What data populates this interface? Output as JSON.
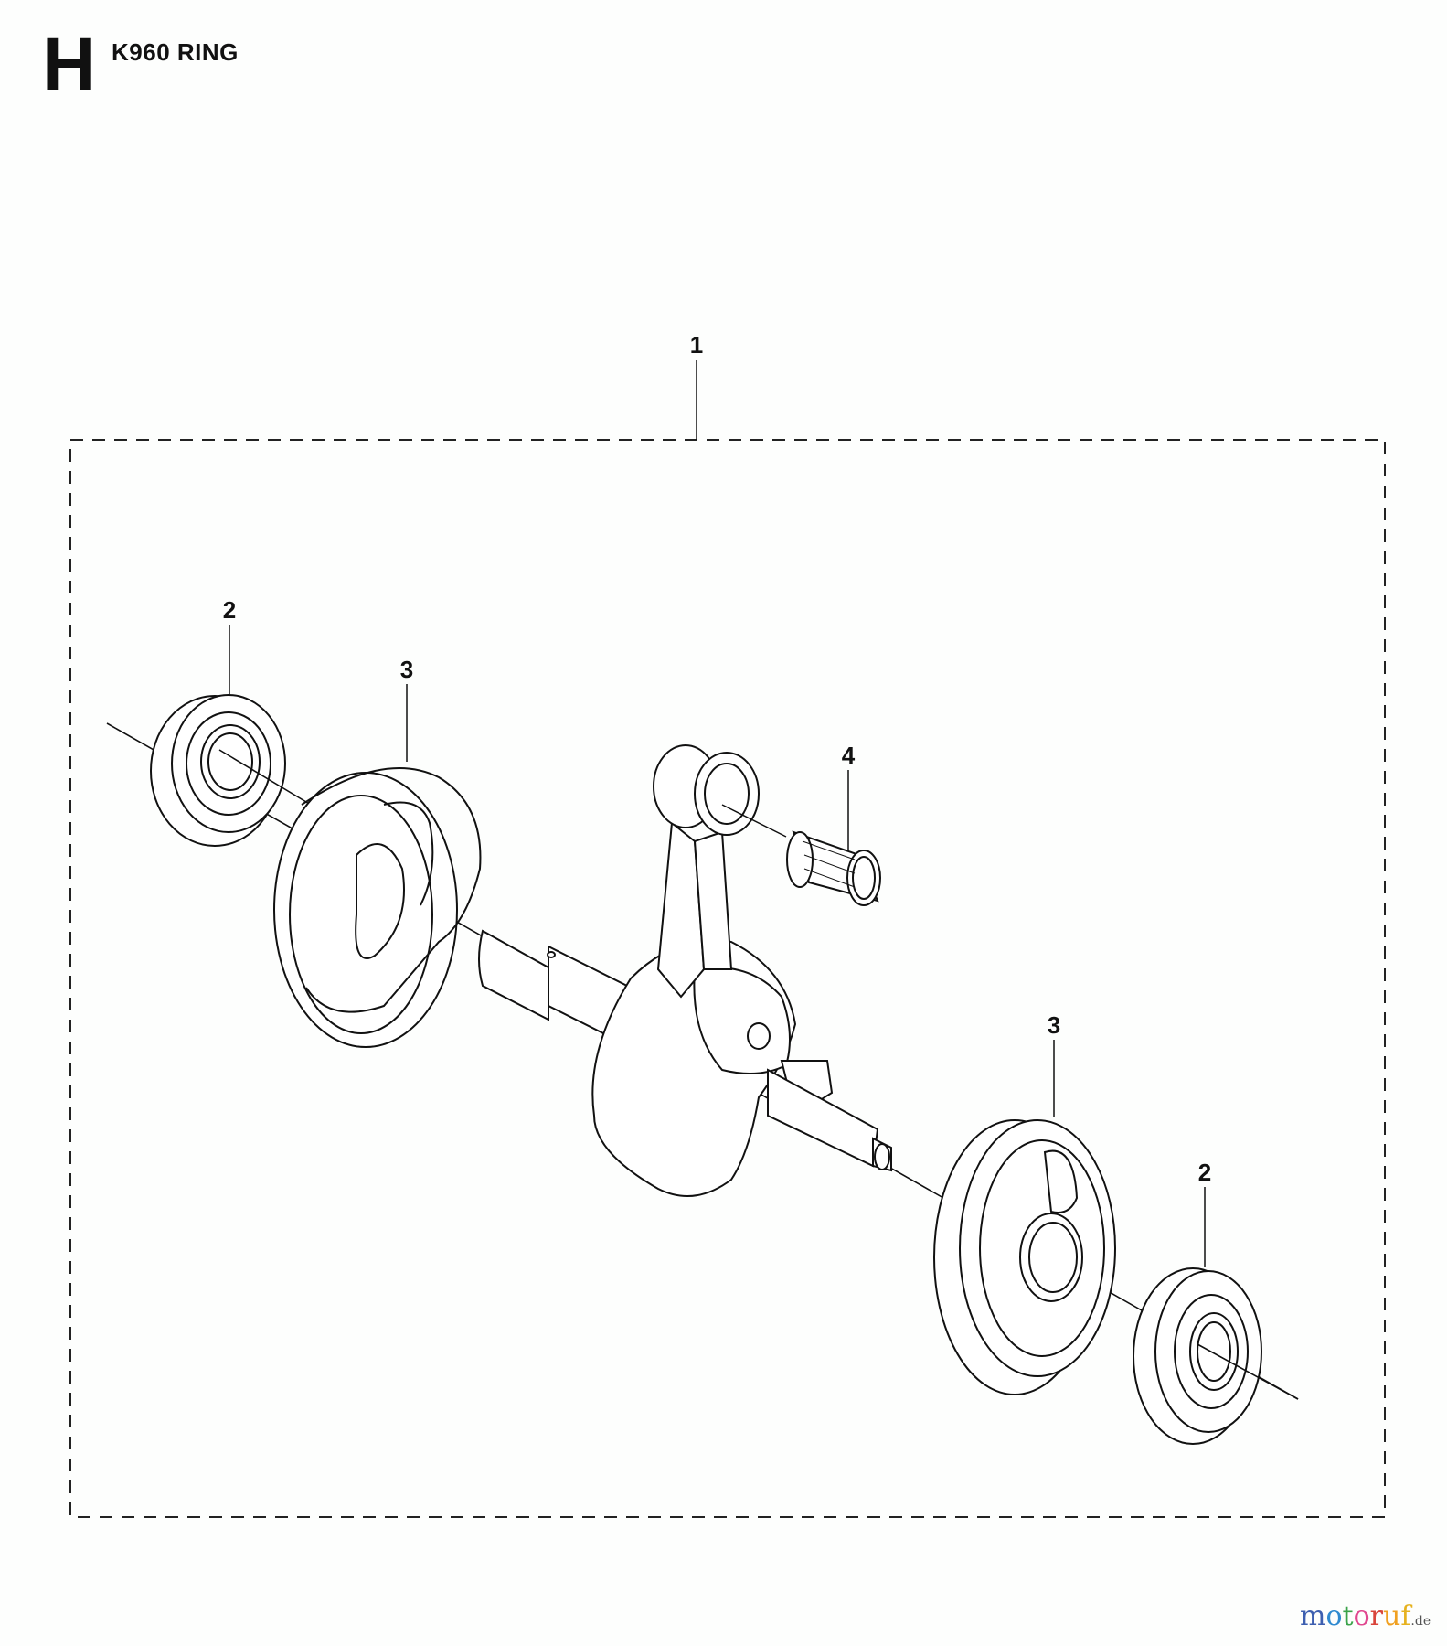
{
  "header": {
    "section_letter": "H",
    "title": "K960 RING"
  },
  "diagram": {
    "type": "exploded parts diagram",
    "subject": "Crankshaft assembly",
    "group_box": {
      "callout": "1",
      "style": "dashed"
    },
    "callouts": [
      {
        "id": "callout-1",
        "label": "1",
        "part": "crankshaft assembly (group)"
      },
      {
        "id": "callout-2-left",
        "label": "2",
        "part": "ball bearing (left)"
      },
      {
        "id": "callout-3-left",
        "label": "3",
        "part": "crank disc / seal plate (left)"
      },
      {
        "id": "callout-4",
        "label": "4",
        "part": "needle bearing"
      },
      {
        "id": "callout-3-right",
        "label": "3",
        "part": "crank disc / seal plate (right)"
      },
      {
        "id": "callout-2-right",
        "label": "2",
        "part": "ball bearing (right)"
      }
    ]
  },
  "watermark": {
    "parts": [
      "m",
      "o",
      "t",
      "o",
      "r",
      "u",
      "f"
    ],
    "suffix": ".de"
  }
}
